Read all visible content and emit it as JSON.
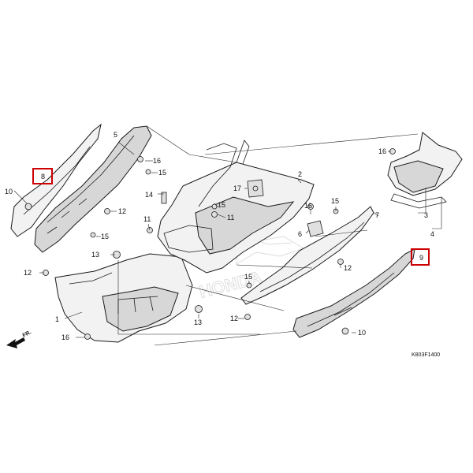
{
  "diagram": {
    "code": "K803F1400",
    "direction_label": "FR.",
    "watermark": "HONDA",
    "highlight_color": "#cc0000",
    "callouts": {
      "c8": "8",
      "c9": "9",
      "c1": "1",
      "c2": "2",
      "c3": "3",
      "c4": "4",
      "c5": "5",
      "c6": "6",
      "c7": "7",
      "c10a": "10",
      "c10b": "10",
      "c11a": "11",
      "c11b": "11",
      "c12a": "12",
      "c12b": "12",
      "c12c": "12",
      "c13a": "13",
      "c13b": "13",
      "c14": "14",
      "c15a": "15",
      "c15b": "15",
      "c15c": "15",
      "c15d": "15",
      "c16a": "16",
      "c16b": "16",
      "c16c": "16",
      "c17": "17"
    }
  }
}
